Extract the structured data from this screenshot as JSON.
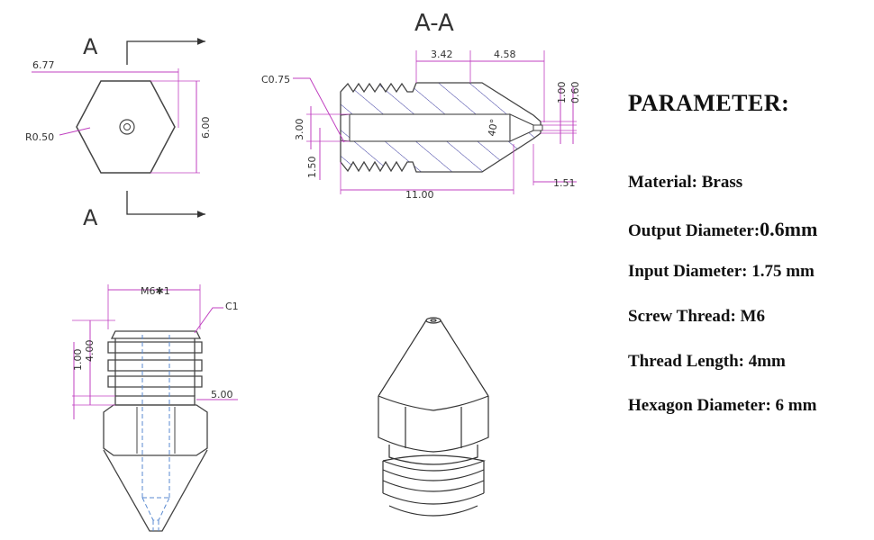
{
  "drawing": {
    "section_title": "A-A",
    "section_marker_top": "A",
    "section_marker_bottom": "A",
    "hex_across_corners": "6.77",
    "hex_radius": "R0.50",
    "hex_across_flats": "6.00",
    "chamfer_label": "C0.75",
    "dim_3_42": "3.42",
    "dim_4_58": "4.58",
    "dim_1_00_tip": "1.00",
    "dim_0_60": "0.60",
    "dim_3_00": "3.00",
    "dim_1_50": "1.50",
    "angle_40": "40°",
    "dim_11_00": "11.00",
    "dim_1_51": "1.51",
    "thread_spec": "M6✱1",
    "chamfer_c1": "C1",
    "dim_1_00_thread": "1.00",
    "dim_4_00": "4.00",
    "dim_5_00": "5.00"
  },
  "params": {
    "heading": "PARAMETER:",
    "material": "Material: Brass",
    "output_label": "Output Diameter:",
    "output_value": "0.6mm",
    "input": "Input Diameter: 1.75 mm",
    "screw": "Screw Thread: M6",
    "thread_length": "Thread Length: 4mm",
    "hexagon": "Hexagon Diameter: 6 mm"
  },
  "colors": {
    "dimension_line": "#c040c0",
    "hatch": "#3a3aa0",
    "hidden_line": "#5a8ad0",
    "outline": "#444444"
  }
}
